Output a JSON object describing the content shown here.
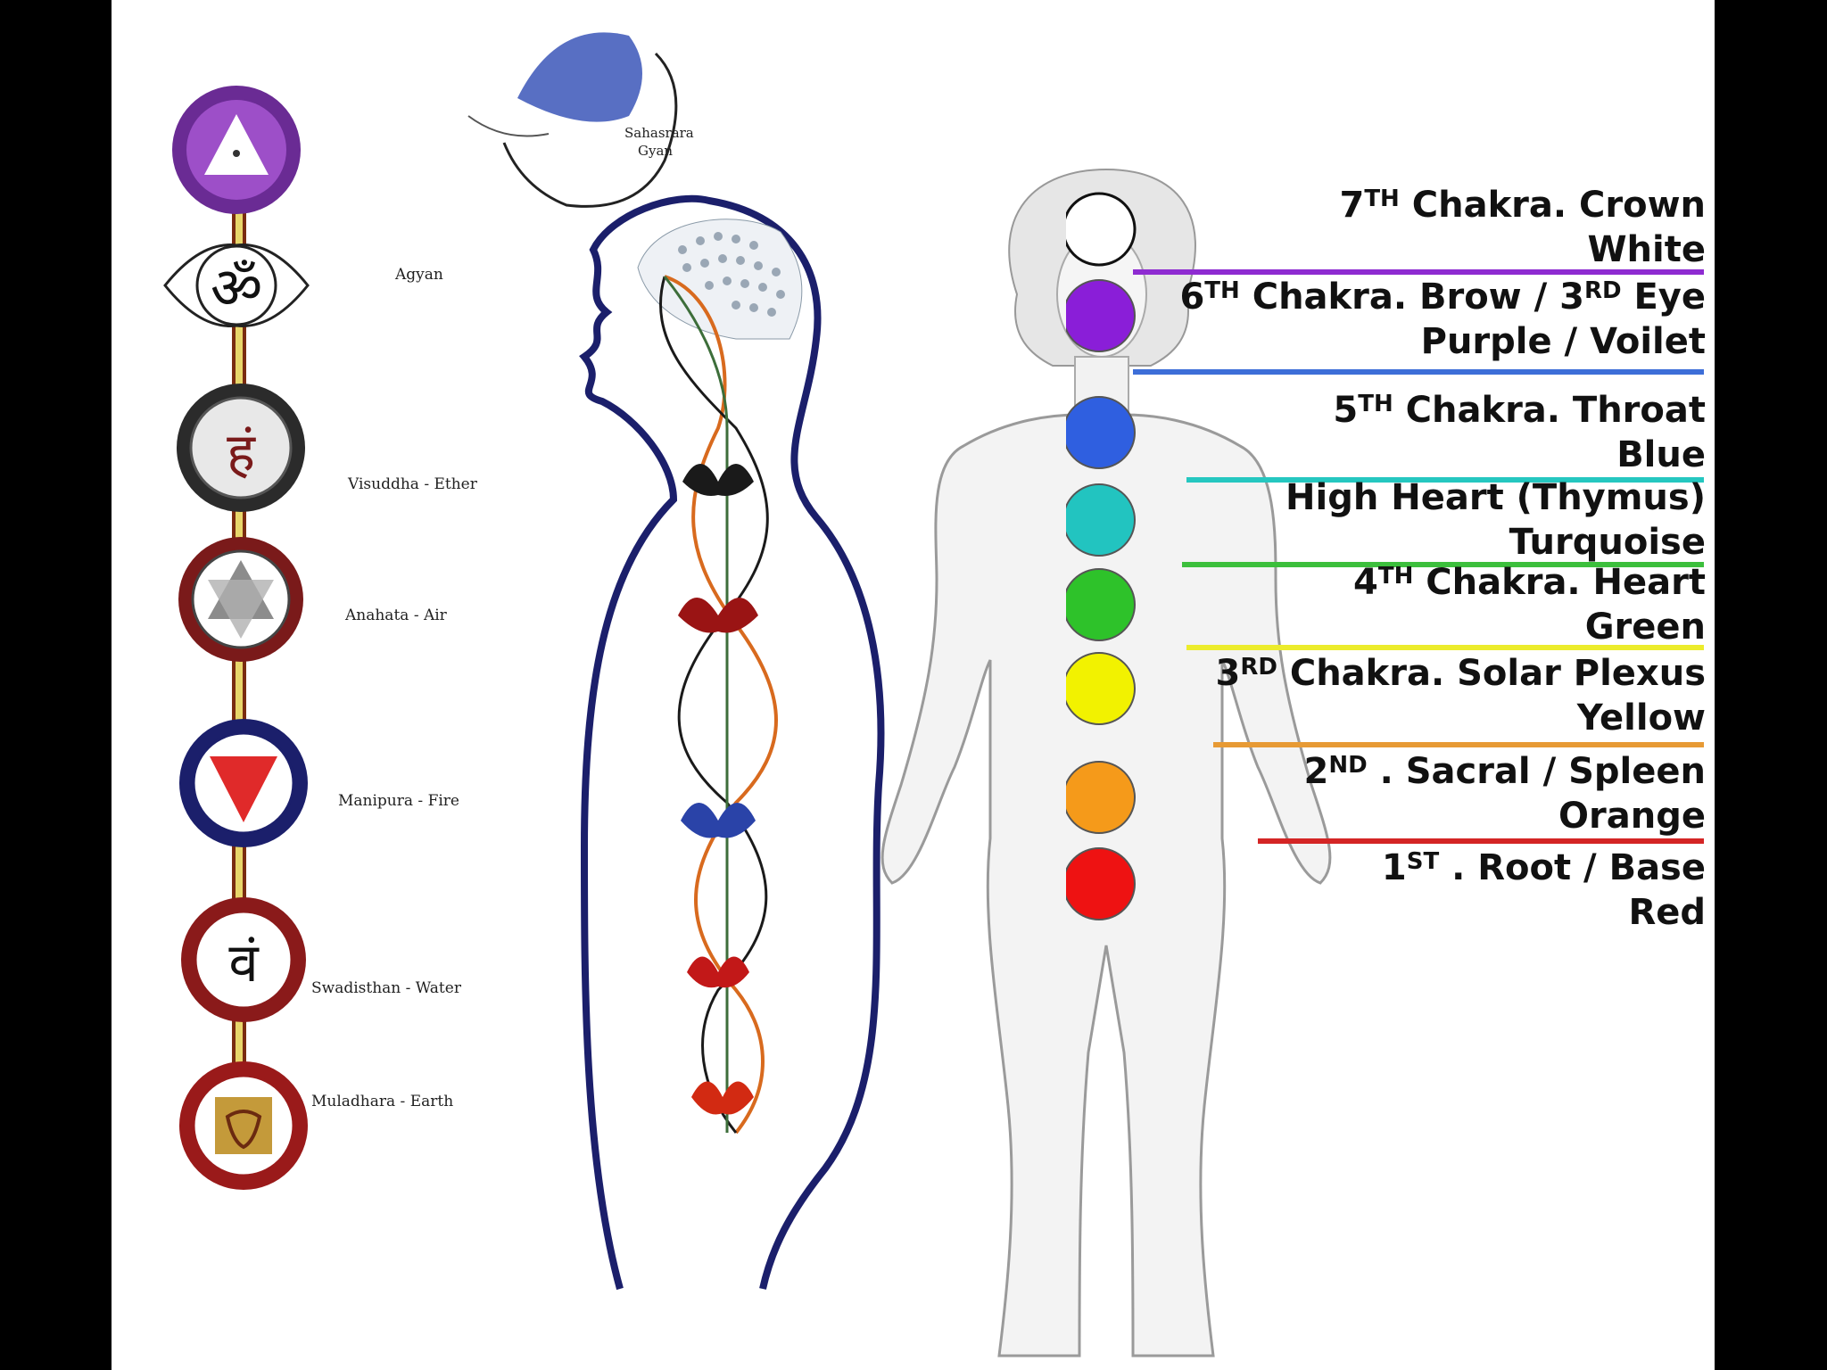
{
  "right_labels": [
    {
      "num": "7",
      "suffix": "TH",
      "rest": " Chakra. Crown",
      "color_name": "White",
      "line_color": "#8e2bd1"
    },
    {
      "num": "6",
      "suffix": "TH",
      "rest": " Chakra. Brow / 3",
      "suffix2": "RD",
      "rest2": " Eye",
      "color_name": "Purple / Voilet",
      "line_color": "#3d6ed8"
    },
    {
      "num": "5",
      "suffix": "TH",
      "rest": " Chakra. Throat",
      "color_name": "Blue",
      "line_color": "#25c7c0"
    },
    {
      "title": "High Heart (Thymus)",
      "color_name": "Turquoise",
      "line_color": "#3cbf3c"
    },
    {
      "num": "4",
      "suffix": "TH",
      "rest": " Chakra. Heart",
      "color_name": "Green",
      "line_color": "#ecec2c"
    },
    {
      "num": "3",
      "suffix": "RD",
      "rest": " Chakra. Solar Plexus",
      "color_name": "Yellow",
      "line_color": "#e79a34"
    },
    {
      "num": "2",
      "suffix": "ND",
      "rest": " . Sacral / Spleen",
      "color_name": "Orange",
      "line_color": "#d42525"
    },
    {
      "num": "1",
      "suffix": "ST",
      "rest": " . Root / Base",
      "color_name": "Red"
    }
  ],
  "body_circles": [
    {
      "name": "crown",
      "color": "#ffffff"
    },
    {
      "name": "brow",
      "color": "#8a1ed8"
    },
    {
      "name": "throat",
      "color": "#2f5fe0"
    },
    {
      "name": "high-heart",
      "color": "#22c4c0"
    },
    {
      "name": "heart",
      "color": "#2ec22a"
    },
    {
      "name": "solar-plexus",
      "color": "#f2f200"
    },
    {
      "name": "sacral",
      "color": "#f59a1a"
    },
    {
      "name": "root",
      "color": "#ee1212"
    }
  ],
  "sketch_labels": {
    "sahasrara": "Sahasrara",
    "gyan": "Gyan",
    "agyan": "Agyan",
    "visuddha": "Visuddha - Ether",
    "anahata": "Anahata - Air",
    "manipura": "Manipura - Fire",
    "swadisthan": "Swadisthan - Water",
    "muladhara": "Muladhara - Earth"
  },
  "symbols": {
    "om": "ॐ",
    "ham": "हं",
    "vam": "वं"
  }
}
